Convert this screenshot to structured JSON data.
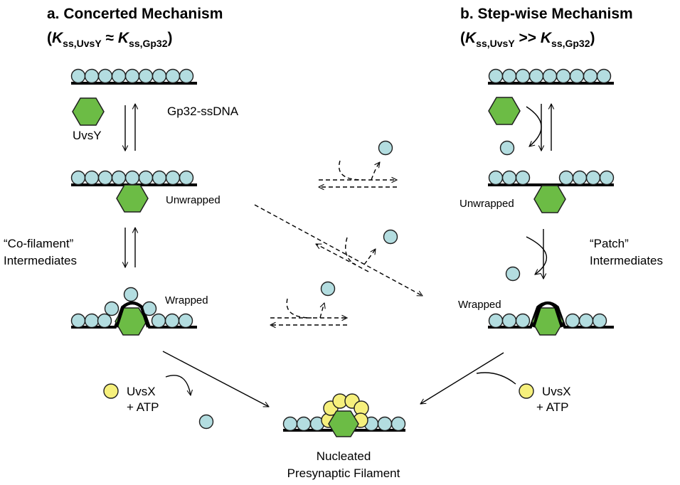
{
  "panel_a": {
    "title": "a. Concerted Mechanism",
    "condition": {
      "k1": "K",
      "sub1": "ss,UvsY",
      "op": " ≈ ",
      "k2": "K",
      "sub2": "ss,Gp32"
    },
    "dna_label": "Gp32-ssDNA",
    "uvsy_label": "UvsY",
    "unwrapped_label": "Unwrapped",
    "wrapped_label": "Wrapped",
    "intermediates_line1": "“Co-filament”",
    "intermediates_line2": "Intermediates",
    "uvsx_line1": "UvsX",
    "uvsx_line2": "+ ATP"
  },
  "panel_b": {
    "title": "b. Step-wise Mechanism",
    "condition": {
      "k1": "K",
      "sub1": "ss,UvsY",
      "op": " >> ",
      "k2": "K",
      "sub2": "ss,Gp32"
    },
    "unwrapped_label": "Unwrapped",
    "wrapped_label": "Wrapped",
    "intermediates_line1": "“Patch”",
    "intermediates_line2": "Intermediates",
    "uvsx_line1": "UvsX",
    "uvsx_line2": "+ ATP"
  },
  "product": {
    "line1": "Nucleated",
    "line2": "Presynaptic Filament"
  },
  "colors": {
    "gp32": "#b3dde0",
    "uvsy": "#6cbc45",
    "uvsx": "#f6f07c",
    "outline": "#1f1f1f"
  }
}
